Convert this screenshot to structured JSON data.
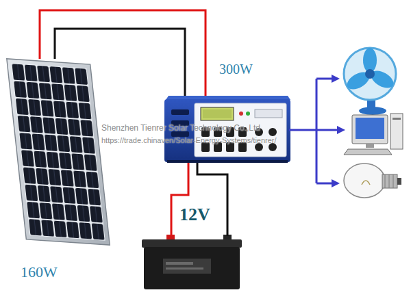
{
  "diagram": {
    "nodes": [
      {
        "text": [
          "160W"
        ]
      },
      {
        "text": [
          "300W"
        ]
      },
      {
        "text": [
          "12V"
        ]
      }
    ],
    "edges": [
      {
        "from": 0,
        "to": 1,
        "arrow": "none"
      },
      {
        "from": 0,
        "to": 1,
        "arrow": "none"
      },
      {
        "from": 1,
        "to": 2,
        "arrow": "none"
      },
      {
        "from": 1,
        "to": 2,
        "arrow": "none"
      }
    ],
    "labels": [
      "Shenzhen Tienrer Solar Technology Co.,Ltd",
      "https://trade.chinaven/Solar-Energy-Systems/tienrer/"
    ]
  }
}
